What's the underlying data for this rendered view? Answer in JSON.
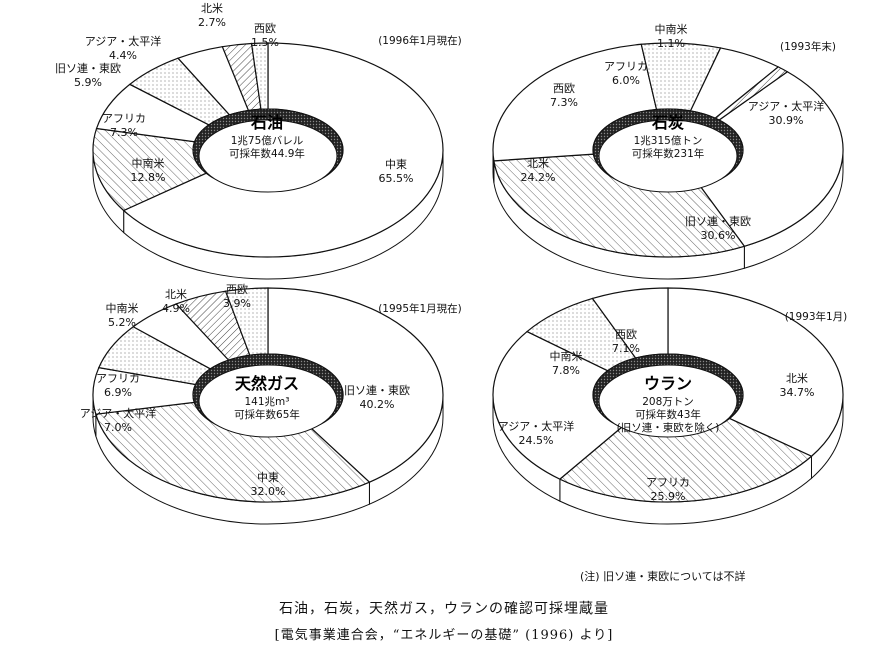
{
  "chart_data": [
    {
      "type": "pie",
      "center_title": "石油",
      "center_lines": [
        "1兆75億バレル",
        "可採年数44.9年"
      ],
      "as_of": "(1996年1月現在)",
      "series": [
        {
          "label": "中東",
          "pct": "65.5%",
          "value": 65.5
        },
        {
          "label": "中南米",
          "pct": "12.8%",
          "value": 12.8
        },
        {
          "label": "アフリカ",
          "pct": "7.3%",
          "value": 7.3
        },
        {
          "label": "旧ソ連・東欧",
          "pct": "5.9%",
          "value": 5.9
        },
        {
          "label": "アジア・太平洋",
          "pct": "4.4%",
          "value": 4.4
        },
        {
          "label": "北米",
          "pct": "2.7%",
          "value": 2.7
        },
        {
          "label": "西欧",
          "pct": "1.5%",
          "value": 1.5
        }
      ]
    },
    {
      "type": "pie",
      "center_title": "石炭",
      "center_lines": [
        "1兆315億トン",
        "可採年数231年"
      ],
      "as_of": "(1993年末)",
      "series": [
        {
          "label": "アジア・太平洋",
          "pct": "30.9%",
          "value": 30.9
        },
        {
          "label": "旧ソ連・東欧",
          "pct": "30.6%",
          "value": 30.6
        },
        {
          "label": "北米",
          "pct": "24.2%",
          "value": 24.2
        },
        {
          "label": "西欧",
          "pct": "7.3%",
          "value": 7.3
        },
        {
          "label": "アフリカ",
          "pct": "6.0%",
          "value": 6.0
        },
        {
          "label": "中南米",
          "pct": "1.1%",
          "value": 1.1
        }
      ]
    },
    {
      "type": "pie",
      "center_title": "天然ガス",
      "center_lines": [
        "141兆m³",
        "可採年数65年"
      ],
      "as_of": "(1995年1月現在)",
      "series": [
        {
          "label": "旧ソ連・東欧",
          "pct": "40.2%",
          "value": 40.2
        },
        {
          "label": "中東",
          "pct": "32.0%",
          "value": 32.0
        },
        {
          "label": "アジア・太平洋",
          "pct": "7.0%",
          "value": 7.0
        },
        {
          "label": "アフリカ",
          "pct": "6.9%",
          "value": 6.9
        },
        {
          "label": "中南米",
          "pct": "5.2%",
          "value": 5.2
        },
        {
          "label": "北米",
          "pct": "4.9%",
          "value": 4.9
        },
        {
          "label": "西欧",
          "pct": "3.9%",
          "value": 3.9
        }
      ]
    },
    {
      "type": "pie",
      "center_title": "ウラン",
      "center_lines": [
        "208万トン",
        "可採年数43年",
        "(旧ソ連・東欧を除く)"
      ],
      "as_of": "(1993年1月)",
      "series": [
        {
          "label": "北米",
          "pct": "34.7%",
          "value": 34.7
        },
        {
          "label": "アフリカ",
          "pct": "25.9%",
          "value": 25.9
        },
        {
          "label": "アジア・太平洋",
          "pct": "24.5%",
          "value": 24.5
        },
        {
          "label": "中南米",
          "pct": "7.8%",
          "value": 7.8
        },
        {
          "label": "西欧",
          "pct": "7.1%",
          "value": 7.1
        }
      ]
    }
  ],
  "note": "(注) 旧ソ連・東欧については不詳",
  "caption": {
    "line1": "石油，石炭，天然ガス，ウランの確認可採埋蔵量",
    "line2": "[電気事業連合会，“エネルギーの基礎” (1996) より]"
  }
}
